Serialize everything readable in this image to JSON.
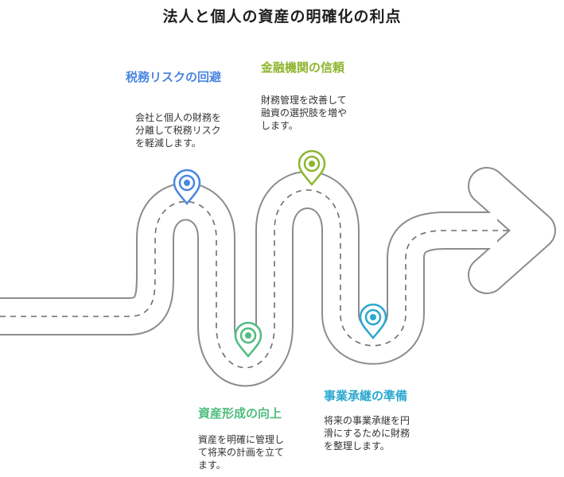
{
  "title": "法人と個人の資産の明確化の利点",
  "colors": {
    "road_outline": "#8c8c8c",
    "road_fill": "#ffffff",
    "dashes": "#6e6e6e",
    "risk": "#4a86e0",
    "finance": "#8fb530",
    "asset": "#4fbd7f",
    "succession": "#29a8cf"
  },
  "milestones": {
    "risk": {
      "icon": "location-pin-icon",
      "title": "税務リスクの回避",
      "lines": [
        "会社と個人の財務を",
        "分離して税務リスク",
        "を軽減します。"
      ]
    },
    "finance": {
      "icon": "location-pin-icon",
      "title": "金融機関の信頼",
      "lines": [
        "財務管理を改善して",
        "融資の選択肢を増や",
        "します。"
      ]
    },
    "asset": {
      "icon": "location-pin-icon",
      "title": "資産形成の向上",
      "lines": [
        "資産を明確に管理し",
        "て将来の計画を立て",
        "ます。"
      ]
    },
    "succession": {
      "icon": "location-pin-icon",
      "title": "事業承継の準備",
      "lines": [
        "将来の事業承継を円",
        "滑にするために財務",
        "を整理します。"
      ]
    }
  }
}
